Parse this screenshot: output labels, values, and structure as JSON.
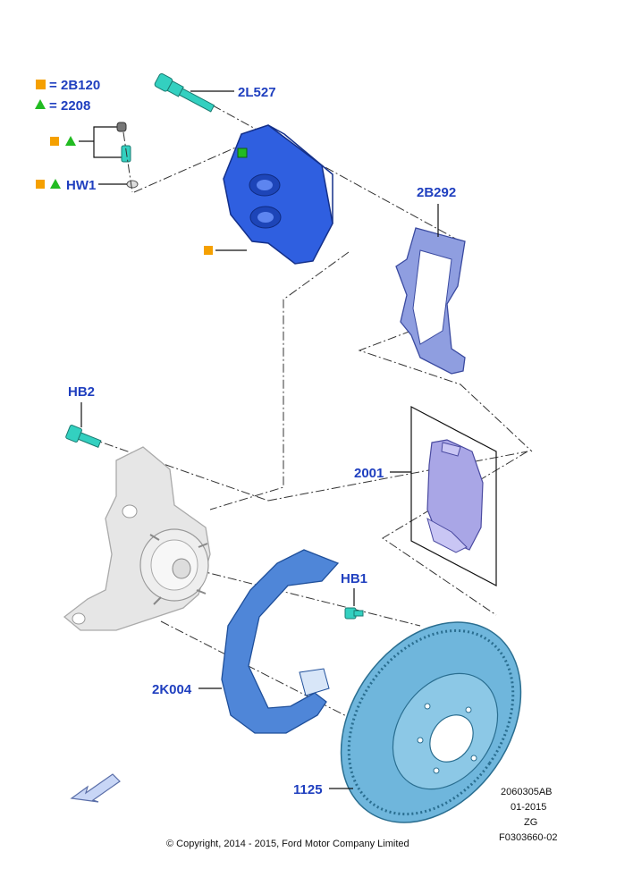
{
  "legend": {
    "square_label": "2B120",
    "triangle_label": "2208",
    "equals": "="
  },
  "callouts": {
    "bleeder_screw": "2L527",
    "caliper_bracket": "2B292",
    "bracket_bolt": "HB2",
    "brake_pads": "2001",
    "shield_bolt": "HB1",
    "splash_shield": "2K004",
    "brake_disc": "1125",
    "hw1": "HW1"
  },
  "reference": {
    "line1": "2060305AB",
    "line2": "01-2015",
    "line3": "ZG",
    "line4": "F0303660-02"
  },
  "copyright": "© Copyright, 2014 - 2015, Ford Motor Company Limited",
  "colors": {
    "callout_text": "#1f3fbf",
    "square_marker": "#f5a000",
    "triangle_marker": "#22bb22",
    "caliper": "#2f5fe0",
    "bracket": "#8f9ee0",
    "pads": "#a9a6e6",
    "shield": "#4f86d8",
    "disc": "#6fb6dc",
    "knuckle": "#e6e6e6",
    "bolt": "#33d0c0"
  }
}
